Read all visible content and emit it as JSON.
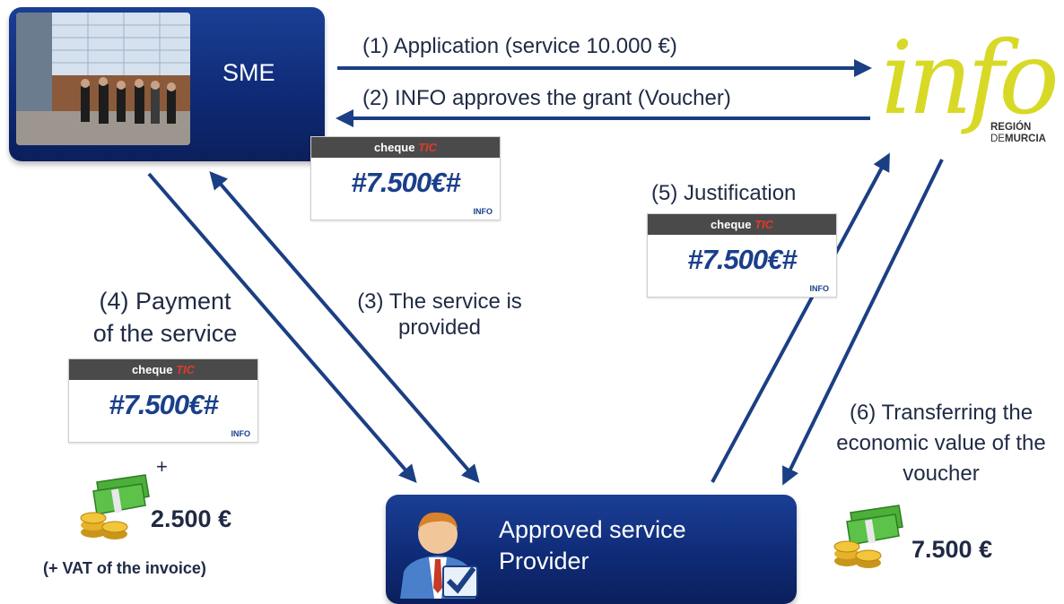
{
  "nodes": {
    "sme": "SME",
    "provider": "Approved service\nProvider",
    "info_logo": {
      "word": "info",
      "line1": "REGIÓN",
      "line2_de": "DE",
      "line2_rest": "MURCIA"
    }
  },
  "steps": {
    "s1": "(1) Application (service 10.000 €)",
    "s2": "(2) INFO approves the grant (Voucher)",
    "s3": "(3) The service is\nprovided",
    "s4": "(4) Payment\nof the service",
    "s5": "(5) Justification",
    "s6": "(6) Transferring the\neconomic value of the\nvoucher"
  },
  "voucher": {
    "brand": "cheque",
    "brand_tic": "TIC",
    "amount": "#7.500€#",
    "logo": "INFO"
  },
  "payment": {
    "plus": "+",
    "amount": "2.500 €",
    "note": "(+ VAT of the invoice)"
  },
  "transfer": {
    "amount": "7.500 €"
  },
  "colors": {
    "box": "#0f2b77",
    "arrow": "#1b3f84",
    "logo": "#d8d926",
    "text": "#1f2a44"
  }
}
